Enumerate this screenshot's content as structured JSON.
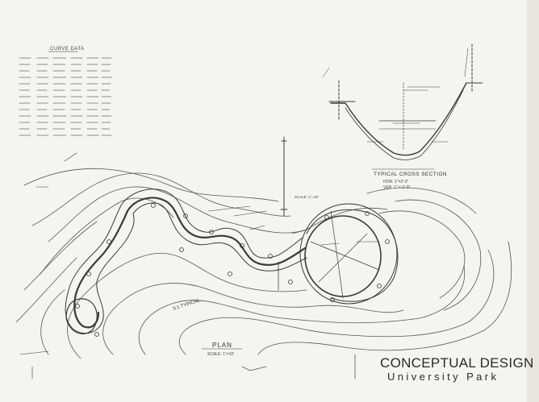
{
  "sheet": {
    "title": "CONCEPTUAL DESIGN",
    "subtitle": "University Park"
  },
  "curve_data_table": {
    "heading": "CURVE DATA",
    "row_count": 13
  },
  "cross_section": {
    "title": "TYPICAL CROSS SECTION",
    "scale_horizontal": "HOR: 1\"=2'-0\"",
    "scale_vertical": "VER: 1\" = 1'-0\""
  },
  "plan": {
    "title": "PLAN",
    "scale": "SCALE: 1\"=10'",
    "typical_label": "5:1 TYPICAL",
    "section_scale": "SCALE: 1\"=10'"
  },
  "colors": {
    "paper": "#f6f4ee",
    "ink": "#3a3a3a"
  }
}
